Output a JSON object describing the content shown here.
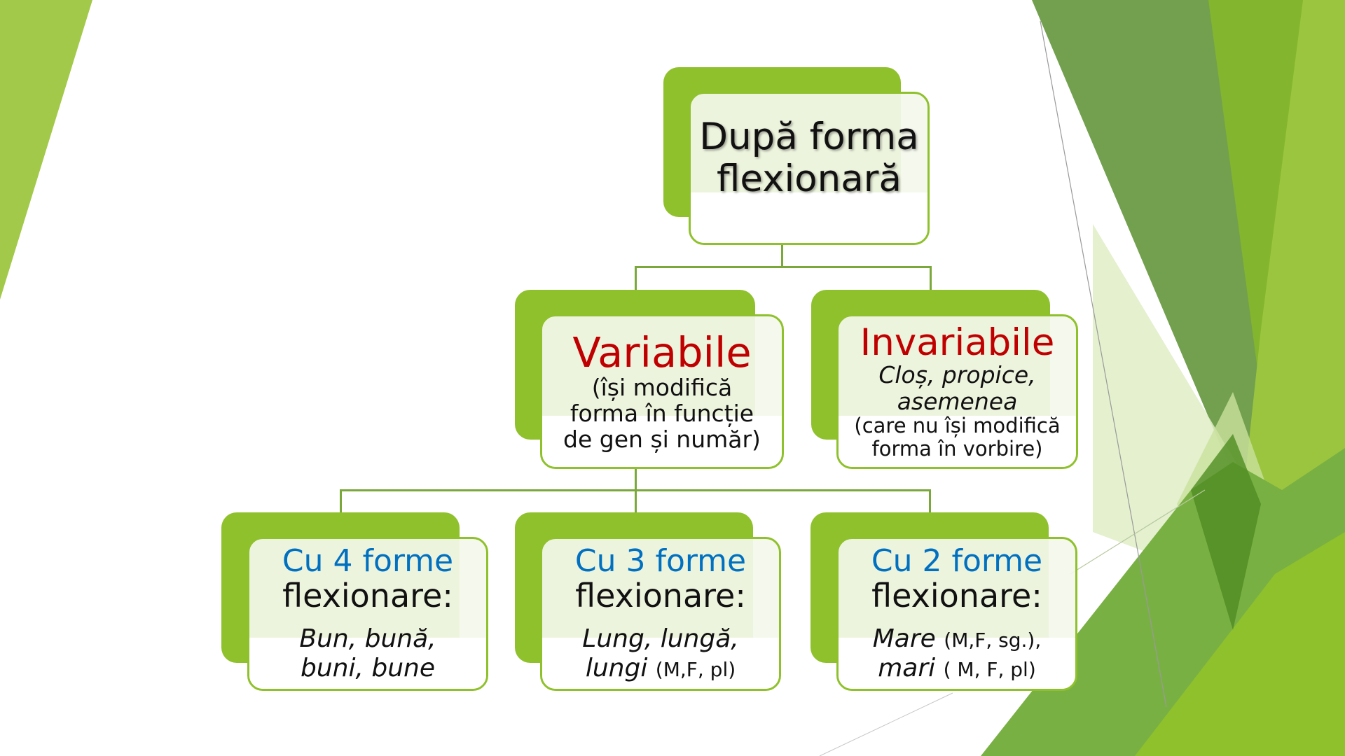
{
  "slide": {
    "background_colors": {
      "left_band": "#a2c94a",
      "right_dark": "#72a04e",
      "right_mid": "#84b52e",
      "right_light": "#9bc53e",
      "accent_green": "#8fc12c"
    }
  },
  "diagram": {
    "root": {
      "line1": "După forma",
      "line2": "flexionară"
    },
    "categories": [
      {
        "title": "Variabile",
        "desc_lines": [
          "(își modifică",
          "forma în funcție",
          "de gen și număr)"
        ],
        "title_color": "#c00000"
      },
      {
        "title": "Invariabile",
        "examples_line1": "Cloș, propice,",
        "examples_line2": "asemenea",
        "desc_lines": [
          "(care nu își modifică",
          "forma în vorbire)"
        ],
        "title_color": "#c00000"
      }
    ],
    "subcategories": [
      {
        "title": "Cu 4 forme",
        "label": "flexionare:",
        "ex_line1_word": "Bun, bună,",
        "ex_line1_note": "",
        "ex_line2_word": "buni, bune",
        "ex_line2_note": ""
      },
      {
        "title": "Cu 3 forme",
        "label": "flexionare:",
        "ex_line1_word": "Lung, lungă,",
        "ex_line1_note": "",
        "ex_line2_word": "lungi",
        "ex_line2_note": "(M,F, pl)"
      },
      {
        "title": "Cu 2 forme",
        "label": "flexionare:",
        "ex_line1_word": "Mare",
        "ex_line1_note": "(M,F, sg.),",
        "ex_line2_word": "mari",
        "ex_line2_note": "( M, F, pl)"
      }
    ],
    "subtitle_color": "#0070c0"
  }
}
